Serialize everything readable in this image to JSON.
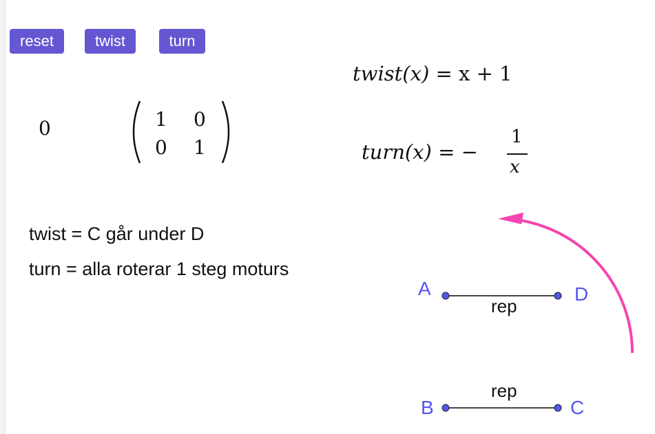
{
  "buttons": {
    "reset": "reset",
    "twist": "twist",
    "turn": "turn"
  },
  "counter": "0",
  "matrix": {
    "a": "1",
    "b": "0",
    "c": "0",
    "d": "1"
  },
  "formulas": {
    "twist_lhs": "twist(x)",
    "twist_rhs": "= x + 1",
    "turn_lhs": "turn(x)",
    "turn_eq": "= −",
    "turn_num": "1",
    "turn_den": "x"
  },
  "text": {
    "line1": "twist = C går under D",
    "line2": "turn = alla roterar 1 steg moturs"
  },
  "points": {
    "A": "A",
    "B": "B",
    "C": "C",
    "D": "D"
  },
  "segments": {
    "top": "rep",
    "bottom": "rep"
  },
  "colors": {
    "button": "#6557d2",
    "point": "#5555ee",
    "arrow": "#f545b0"
  }
}
